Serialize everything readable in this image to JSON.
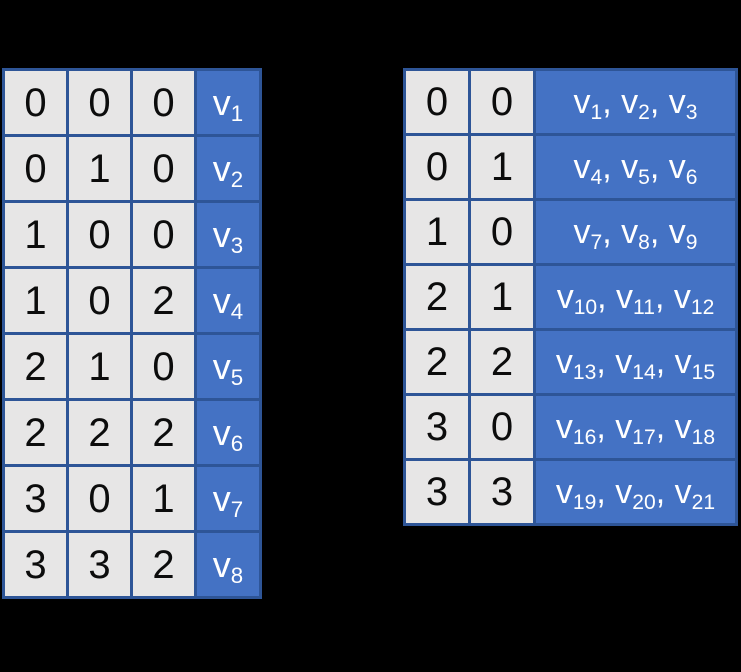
{
  "colors": {
    "background": "#000000",
    "cell_fill": "#e7e6e6",
    "accent_fill": "#4472c4",
    "grid_border": "#2e5597",
    "text_dark": "#0c0c0c",
    "text_light": "#ffffff"
  },
  "chart_data": [
    {
      "name": "left-table",
      "type": "table",
      "columns": [
        "code-1",
        "code-2",
        "code-3",
        "vector-label"
      ],
      "rows": [
        {
          "cells": [
            "0",
            "0",
            "0"
          ],
          "label": "v_1"
        },
        {
          "cells": [
            "0",
            "1",
            "0"
          ],
          "label": "v_2"
        },
        {
          "cells": [
            "1",
            "0",
            "0"
          ],
          "label": "v_3"
        },
        {
          "cells": [
            "1",
            "0",
            "2"
          ],
          "label": "v_4"
        },
        {
          "cells": [
            "2",
            "1",
            "0"
          ],
          "label": "v_5"
        },
        {
          "cells": [
            "2",
            "2",
            "2"
          ],
          "label": "v_6"
        },
        {
          "cells": [
            "3",
            "0",
            "1"
          ],
          "label": "v_7"
        },
        {
          "cells": [
            "3",
            "3",
            "2"
          ],
          "label": "v_8"
        }
      ]
    },
    {
      "name": "right-table",
      "type": "table",
      "columns": [
        "code-1",
        "code-2",
        "vector-group-label"
      ],
      "rows": [
        {
          "cells": [
            "0",
            "0"
          ],
          "label": "v_1, v_2, v_3"
        },
        {
          "cells": [
            "0",
            "1"
          ],
          "label": "v_4, v_5, v_6"
        },
        {
          "cells": [
            "1",
            "0"
          ],
          "label": "v_7, v_8, v_9"
        },
        {
          "cells": [
            "2",
            "1"
          ],
          "label": "v_10, v_11, v_12"
        },
        {
          "cells": [
            "2",
            "2"
          ],
          "label": "v_13, v_14, v_15"
        },
        {
          "cells": [
            "3",
            "0"
          ],
          "label": "v_16, v_17, v_18"
        },
        {
          "cells": [
            "3",
            "3"
          ],
          "label": "v_19, v_20, v_21"
        }
      ]
    }
  ]
}
